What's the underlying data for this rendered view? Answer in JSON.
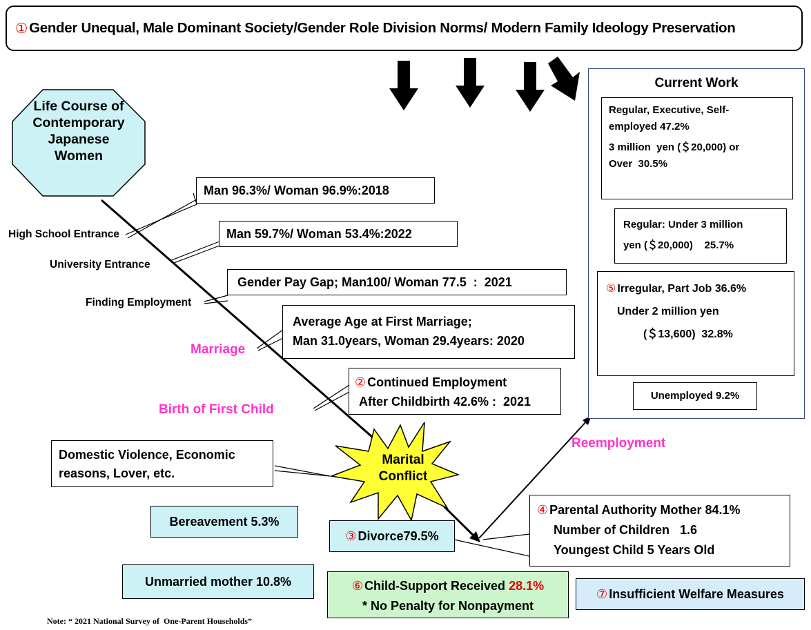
{
  "header": {
    "num": "①",
    "text": "Gender Unequal, Male Dominant Society/Gender Role Division Norms/ Modern Family Ideology Preservation"
  },
  "octagon": {
    "lines": [
      "Life Course of",
      "Contemporary",
      "Japanese",
      "Women"
    ]
  },
  "stages": {
    "high_school": "High School Entrance",
    "university": "University Entrance",
    "employment": "Finding Employment",
    "marriage": "Marriage",
    "first_child": "Birth of First Child",
    "reemployment": "Reemployment"
  },
  "callouts": {
    "high_school": "Man 96.3%/ Woman 96.9%:2018",
    "university": "Man 59.7%/ Woman 53.4%:2022",
    "pay_gap": "Gender Pay Gap; Man100/ Woman 77.5  :  2021",
    "marriage_line1": "Average Age at First Marriage;",
    "marriage_line2": "Man 31.0years, Woman 29.4years: 2020",
    "employment_num": "②",
    "employment_line1": "Continued Employment",
    "employment_line2": "After Childbirth 42.6% :  2021"
  },
  "conflict": {
    "reasons_line1": "Domestic Violence, Economic",
    "reasons_line2": "reasons, Lover, etc.",
    "star_line1": "Marital",
    "star_line2": "Conflict"
  },
  "outcomes": {
    "bereavement": "Bereavement 5.3%",
    "unmarried": "Unmarried mother 10.8%",
    "divorce_num": "③",
    "divorce": "Divorce79.5%",
    "parental_num": "④",
    "parental_line1": "Parental Authority Mother 84.1%",
    "parental_line2": "Number of Children   1.6",
    "parental_line3": "Youngest Child 5 Years Old",
    "support_num": "⑥",
    "support_line1": "Child-Support Received ",
    "support_pct": "28.1%",
    "support_line2": "* No Penalty for Nonpayment",
    "welfare_num": "⑦",
    "welfare": "Insufficient Welfare Measures"
  },
  "work": {
    "title": "Current Work",
    "box1_line1": "Regular, Executive, Self-",
    "box1_line2": "employed 47.2%",
    "box1_line3": "3 million  yen (＄20,000) or",
    "box1_line4": "Over  30.5%",
    "box2_line1": "Regular: Under 3 million",
    "box2_line2": "yen (＄20,000)    25.7%",
    "box3_num": "⑤",
    "box3_line1": "Irregular, Part Job 36.6%",
    "box3_line2": "Under 2 million yen",
    "box3_line3": "(＄13,600)  32.8%",
    "unemployed": "Unemployed 9.2%"
  },
  "note": "Note: “ 2021 National Survey of  One-Parent Households”",
  "colors": {
    "accent_red": "#e00000",
    "magenta": "#ff33cc",
    "star_yellow": "#ffff33",
    "cyan_box": "#ccf2f6",
    "green_box": "#ccf5cc",
    "octagon_fill": "#ccf2f6"
  }
}
